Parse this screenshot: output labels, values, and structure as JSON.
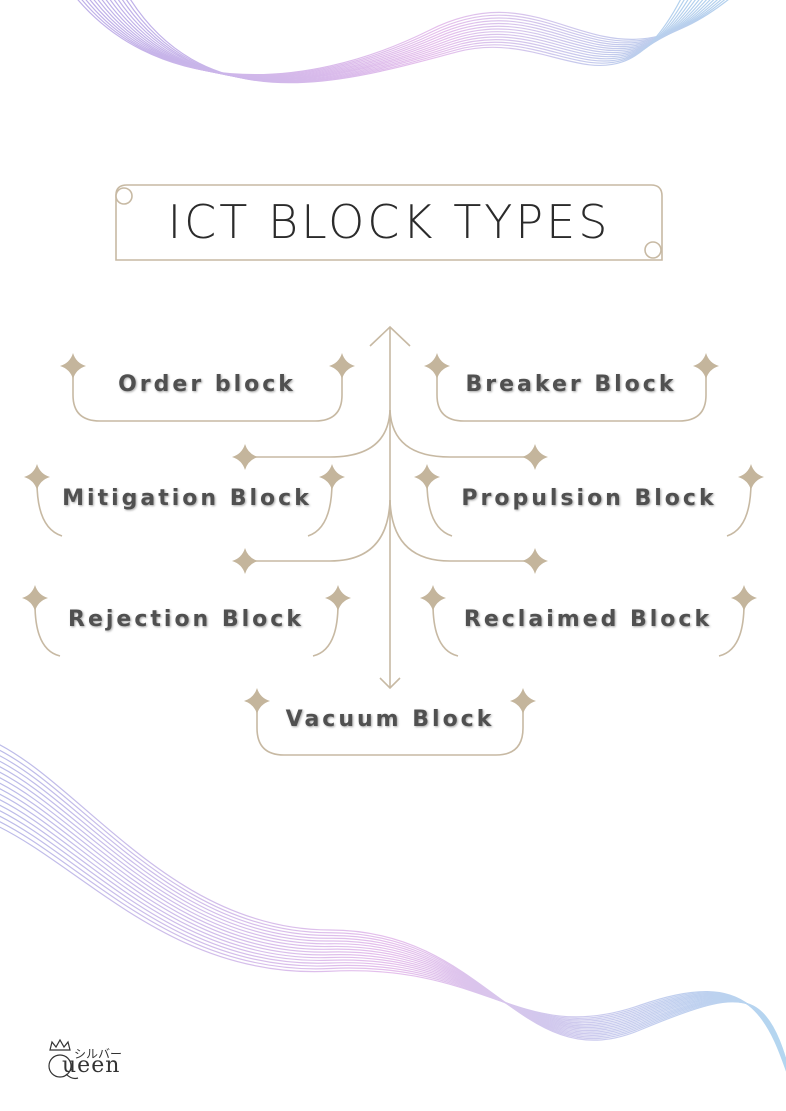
{
  "title": "ICT BLOCK TYPES",
  "items": {
    "order": "Order block",
    "breaker": "Breaker Block",
    "mitigation": "Mitigation Block",
    "propulsion": "Propulsion Block",
    "rejection": "Rejection Block",
    "reclaimed": "Reclaimed Block",
    "vacuum": "Vacuum Block"
  },
  "logo": {
    "text": "ueen",
    "sub": "シルバー"
  },
  "colors": {
    "accent": "#c7b9a3",
    "sparkle": "#c4b59c",
    "text": "#505050",
    "wave_purple": "#b7a8e6",
    "wave_pink": "#e3b9ea",
    "wave_blue": "#a9cdec"
  },
  "icons": {
    "sparkle": "four-point-star",
    "logo": "crown-Q-logo"
  }
}
